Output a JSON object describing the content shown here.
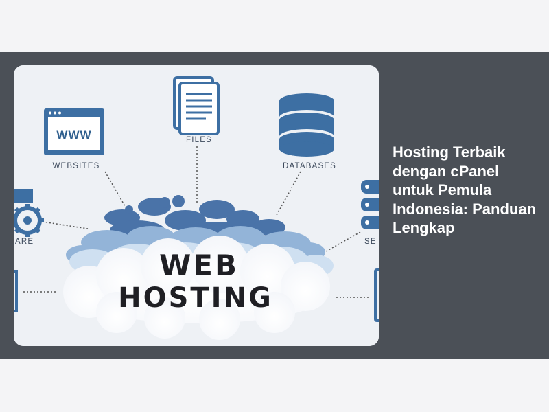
{
  "article": {
    "title": "Hosting Terbaik dengan cPanel untuk Pemula Indonesia: Panduan Lengkap",
    "image": {
      "text_line1": "WEB",
      "text_line2": "HOSTING",
      "labels": {
        "websites": "WEBSITES",
        "www": "WWW",
        "files": "FILES",
        "databases": "DATABASES",
        "software_partial": "ARE",
        "servers_partial": "SE"
      }
    }
  },
  "colors": {
    "band": "#4b5057",
    "page_bg": "#f4f4f6",
    "icon_blue": "#3d6fa3",
    "title_text": "#ffffff"
  }
}
